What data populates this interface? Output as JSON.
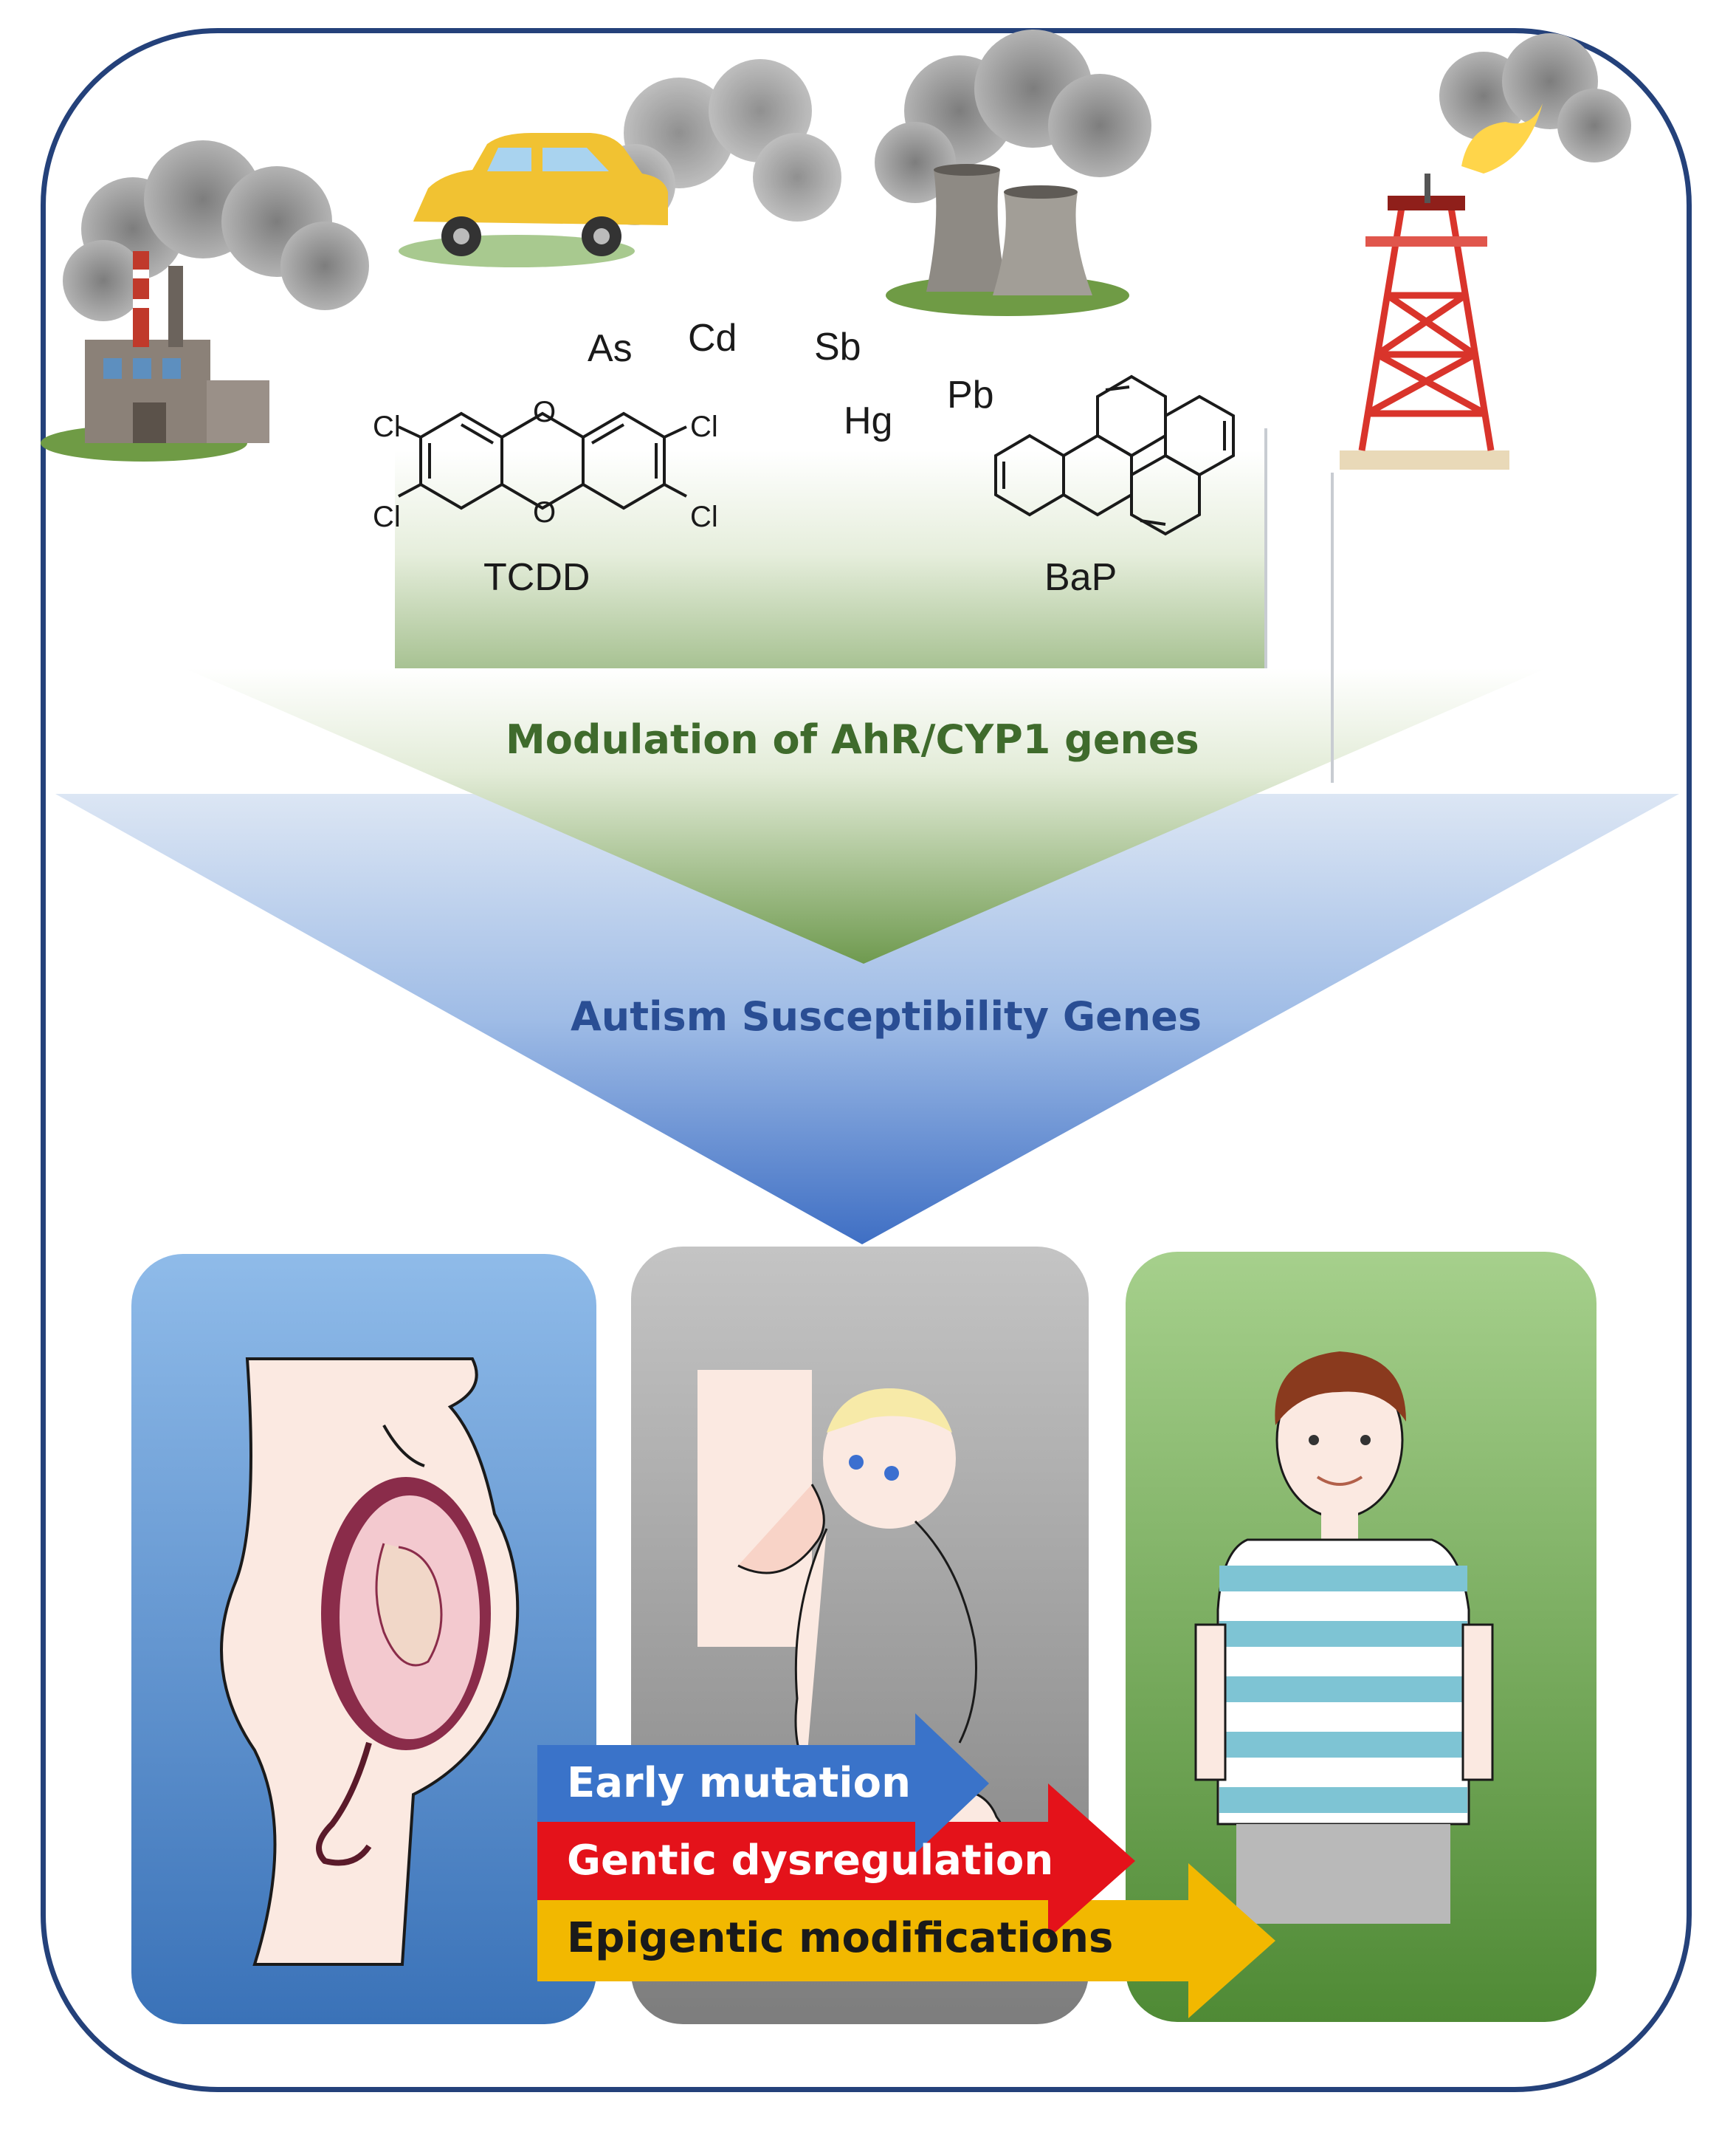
{
  "pollutants": {
    "elements": [
      "As",
      "Cd",
      "Sb",
      "Hg",
      "Pb"
    ],
    "substituent": "Cl",
    "ring_atom": "O",
    "compounds": [
      "TCDD",
      "BaP"
    ]
  },
  "pathway": {
    "upper_arrow": "Modulation of AhR/CYP1 genes",
    "lower_arrow": "Autism Susceptibility Genes"
  },
  "stages": [
    "pregnancy",
    "infant",
    "child"
  ],
  "effects": [
    {
      "label": "Early mutation",
      "color": "#3a73c9"
    },
    {
      "label": "Gentic dysregulation",
      "color": "#e4121a"
    },
    {
      "label": "Epigentic modifications",
      "color": "#f2b800"
    }
  ],
  "colors": {
    "frame": "#24417a",
    "upper_arrow_text": "#3f6b2c",
    "lower_arrow_text": "#2a4e94",
    "stage_blue": "#4f8fd0",
    "stage_gray": "#9a9a9a",
    "stage_green": "#6aa84f"
  },
  "icons": [
    "factory-icon",
    "car-icon",
    "cooling-tower-icon",
    "oil-rig-icon",
    "tcdd-structure-icon",
    "bap-structure-icon",
    "pregnant-woman-icon",
    "breastfeeding-baby-icon",
    "boy-icon"
  ]
}
